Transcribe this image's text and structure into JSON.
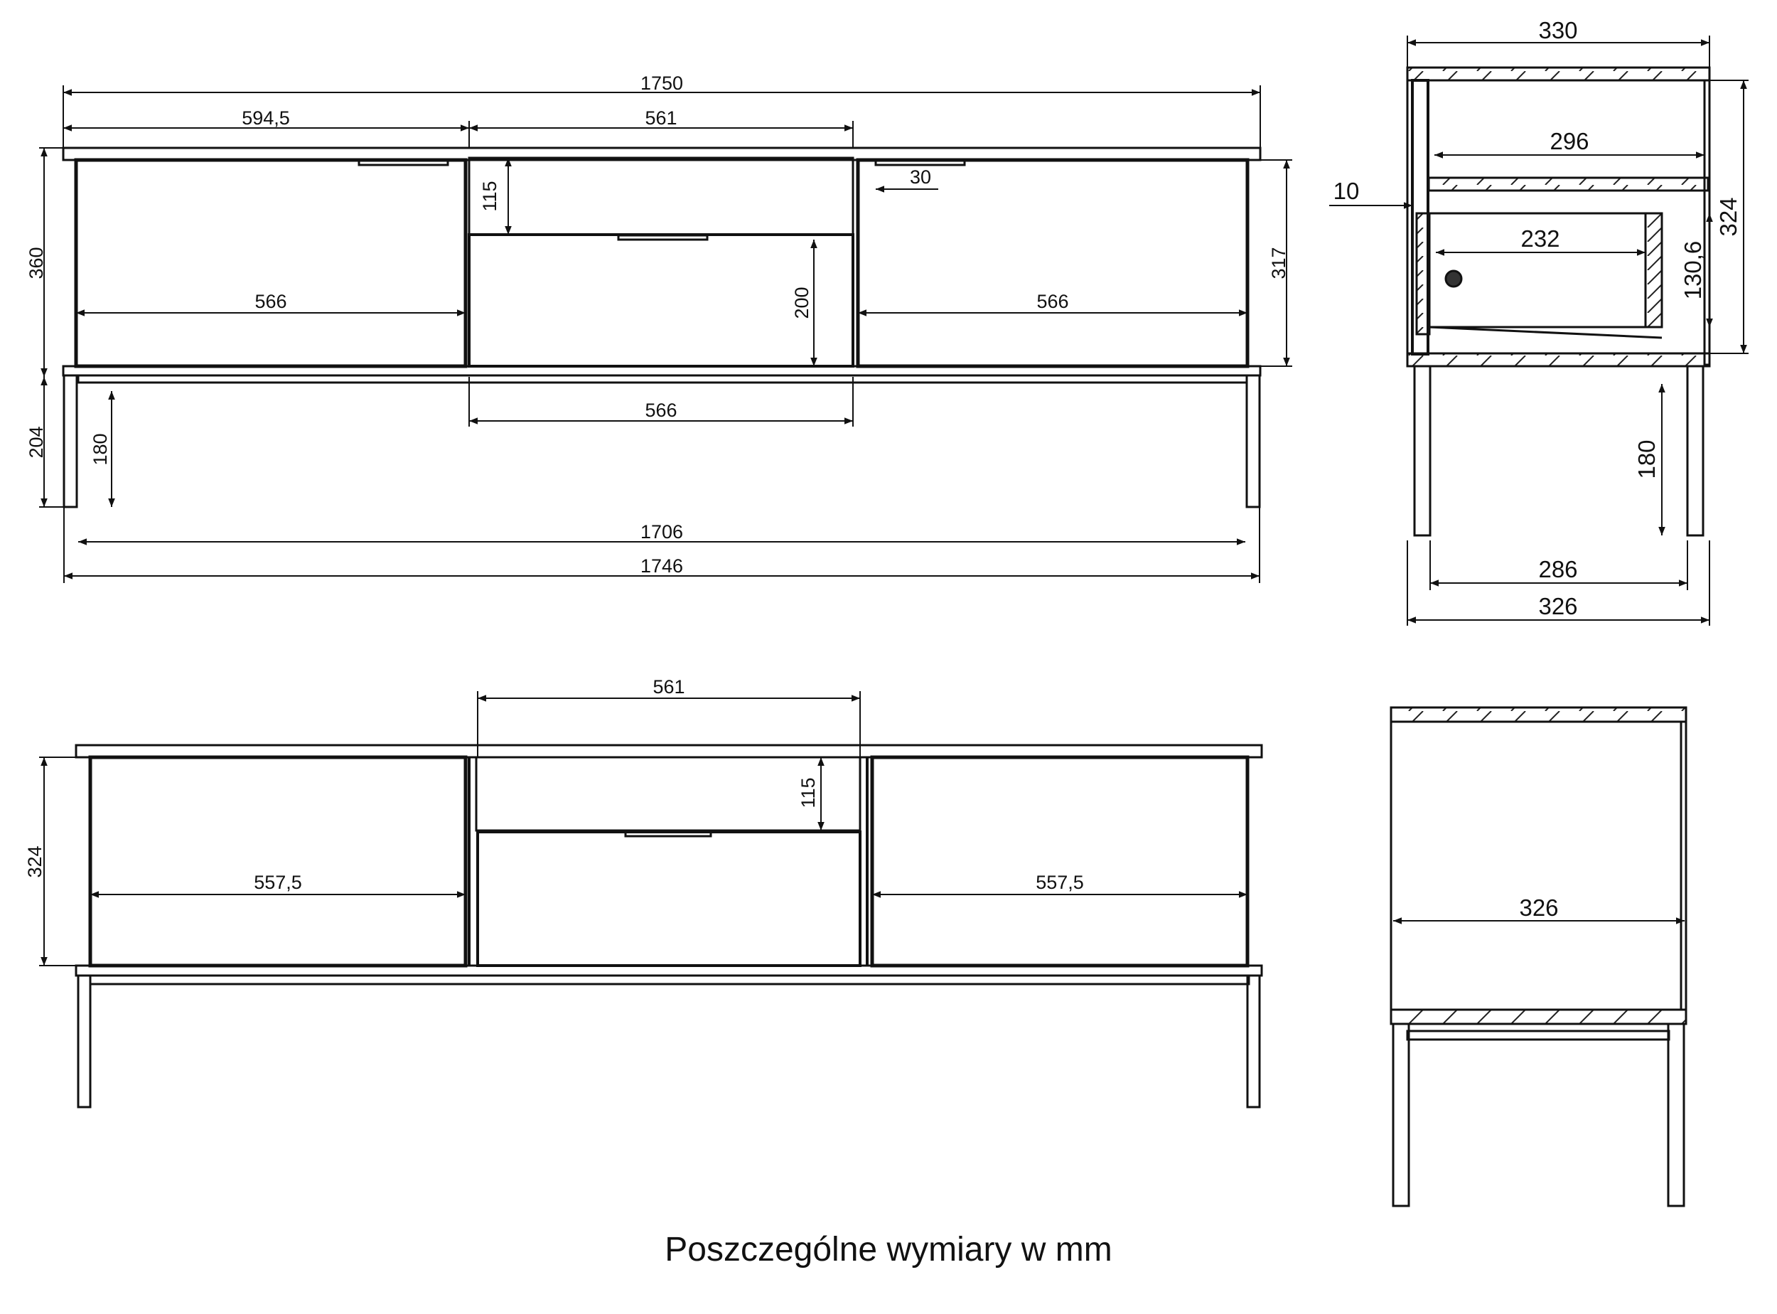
{
  "caption": "Poszczególne wymiary w mm",
  "front_view": {
    "overall_width_top": "1750",
    "left_section_width": "594,5",
    "middle_section_width": "561",
    "top_drawer_height": "115",
    "handle_width": "30",
    "left_compartment_width": "566",
    "right_compartment_width": "566",
    "bottom_drawer_height": "200",
    "overall_height": "360",
    "body_height": "317",
    "middle_compartment_width": "566",
    "leg_height_total": "204",
    "leg_height": "180",
    "inner_leg_span": "1706",
    "overall_width_bottom": "1746"
  },
  "side_section_view": {
    "top_width": "330",
    "inner_depth": "296",
    "back_gap": "10",
    "drawer_depth": "232",
    "drawer_height": "130,6",
    "body_height": "324",
    "leg_height": "180",
    "leg_span": "286",
    "bottom_width": "326"
  },
  "back_view": {
    "middle_opening_width": "561",
    "top_opening_height": "115",
    "body_height": "324",
    "left_compartment_width": "557,5",
    "right_compartment_width": "557,5"
  },
  "side_view": {
    "depth": "326"
  }
}
